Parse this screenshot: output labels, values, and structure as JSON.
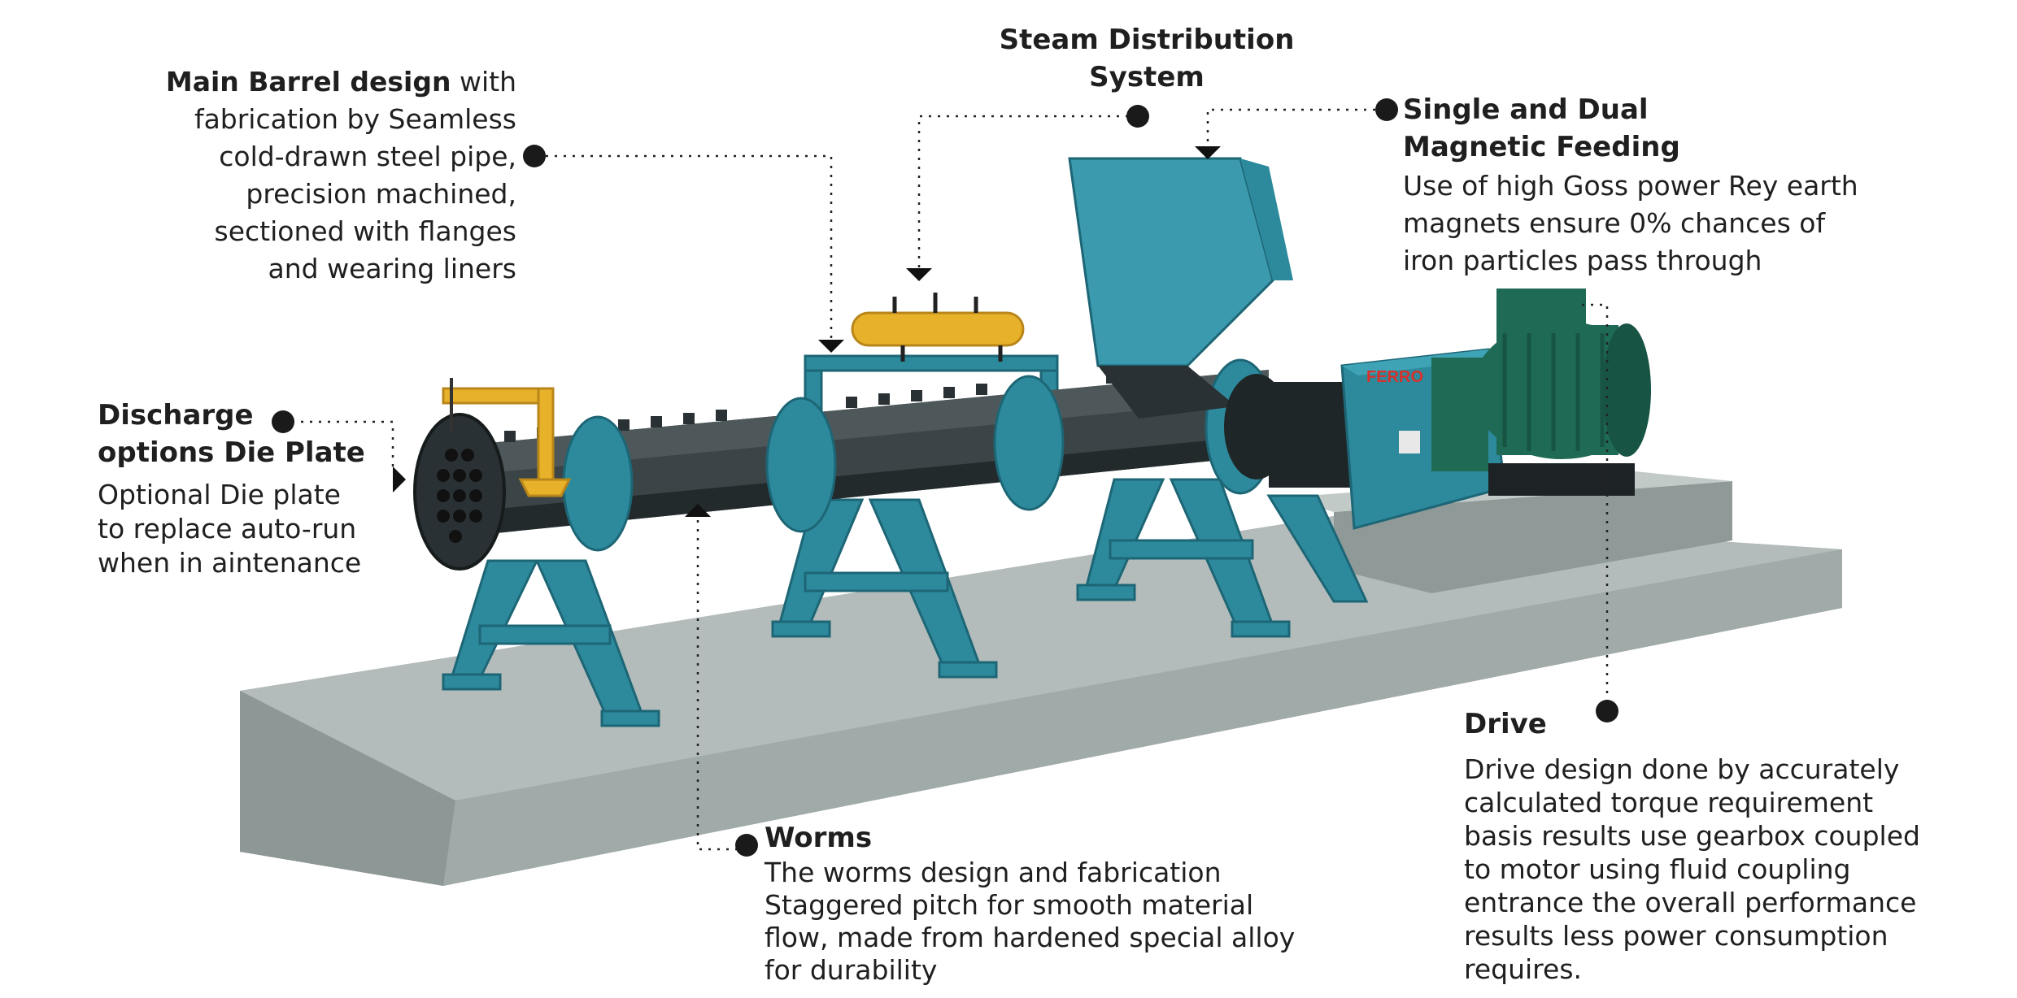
{
  "colors": {
    "teal": "#2d8a9c",
    "teal_dark": "#1d6676",
    "barrel": "#3b4447",
    "barrel_dark": "#222a2c",
    "yellow": "#e8b12a",
    "motor_green": "#1f6a55",
    "concrete": "#a9b3b1",
    "concrete_dark": "#87918f",
    "dot": "#1a1a1a"
  },
  "brand_label": "FERRO",
  "callouts": {
    "main_barrel": {
      "heading": "Main Barrel design",
      "heading_tail": "with",
      "lines": [
        "fabrication by Seamless",
        "cold-drawn steel pipe,",
        "precision machined,",
        "sectioned with flanges",
        "and wearing liners"
      ]
    },
    "steam": {
      "lines": [
        "Steam Distribution",
        "System"
      ]
    },
    "magnetic": {
      "heading_lines": [
        "Single and Dual",
        "Magnetic Feeding"
      ],
      "body_lines": [
        "Use of high Goss power Rey earth",
        "magnets ensure 0% chances of",
        "iron particles pass through"
      ]
    },
    "discharge": {
      "heading_lines": [
        "Discharge",
        "options Die Plate"
      ],
      "body_lines": [
        "Optional Die plate",
        "to replace auto-run",
        "when in aintenance"
      ]
    },
    "worms": {
      "heading": "Worms",
      "body_lines": [
        "The worms design and fabrication",
        "Staggered pitch for smooth material",
        "flow, made from hardened special alloy",
        "for durability"
      ]
    },
    "drive": {
      "heading": "Drive",
      "body_lines": [
        "Drive design done by accurately",
        "calculated torque requirement",
        "basis results use gearbox coupled",
        "to motor using fluid coupling",
        "entrance the overall performance",
        "results less power consumption",
        "requires."
      ]
    }
  }
}
